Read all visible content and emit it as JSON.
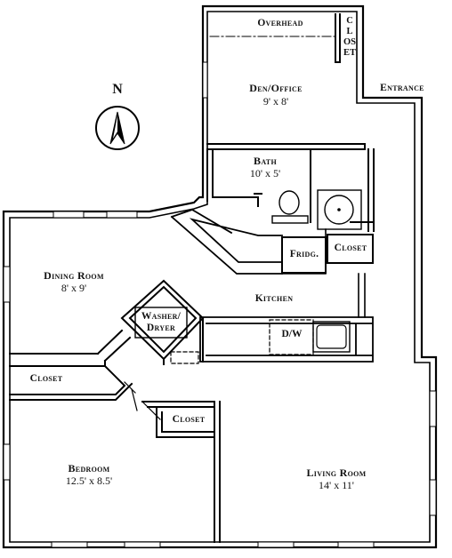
{
  "compass": {
    "label": "N"
  },
  "labels": {
    "overhead": "Overhead",
    "closet_vertical": "CLOSET",
    "entrance": "Entrance",
    "fridge": "Fridg.",
    "kitchen_closet": "Closet",
    "kitchen": "Kitchen",
    "washer_dryer_1": "Washer/",
    "washer_dryer_2": "Dryer",
    "dishwasher": "D/W",
    "hall_closet": "Closet",
    "bedroom_closet": "Closet"
  },
  "rooms": {
    "den_office": {
      "name": "Den/Office",
      "dims": "9' x 8'"
    },
    "bath": {
      "name": "Bath",
      "dims": "10' x 5'"
    },
    "dining_room": {
      "name": "Dining Room",
      "dims": "8' x 9'"
    },
    "bedroom": {
      "name": "Bedroom",
      "dims": "12.5' x 8.5'"
    },
    "living_room": {
      "name": "Living Room",
      "dims": "14' x 11'"
    }
  }
}
